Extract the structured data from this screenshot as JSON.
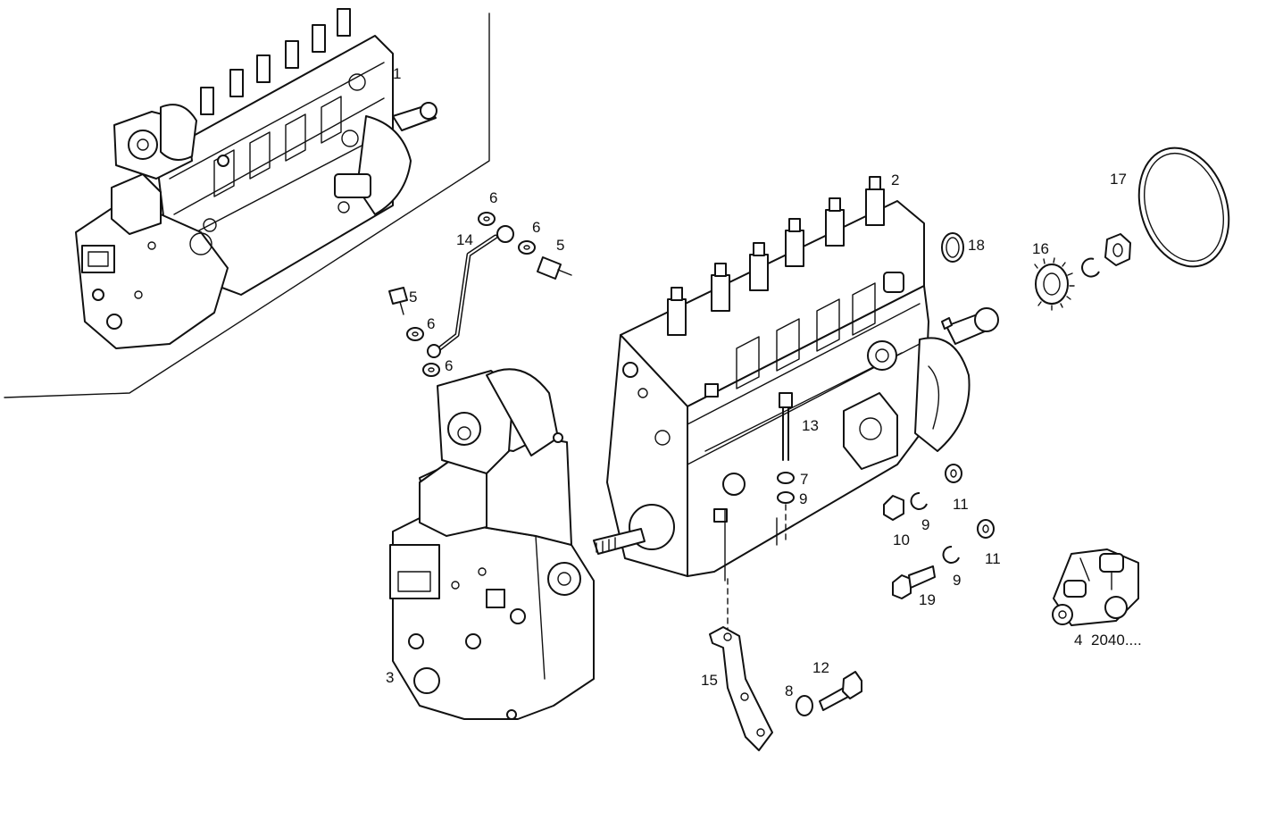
{
  "callouts": {
    "c1": "1",
    "c2": "2",
    "c3": "3",
    "c4": "4",
    "c4_code": "2040....",
    "c5a": "5",
    "c5b": "5",
    "c6a": "6",
    "c6b": "6",
    "c6c": "6",
    "c6d": "6",
    "c7": "7",
    "c8": "8",
    "c9a": "9",
    "c9b": "9",
    "c9c": "9",
    "c10": "10",
    "c11a": "11",
    "c11b": "11",
    "c12": "12",
    "c13": "13",
    "c14": "14",
    "c15": "15",
    "c16": "16",
    "c17": "17",
    "c18": "18",
    "c19": "19"
  }
}
